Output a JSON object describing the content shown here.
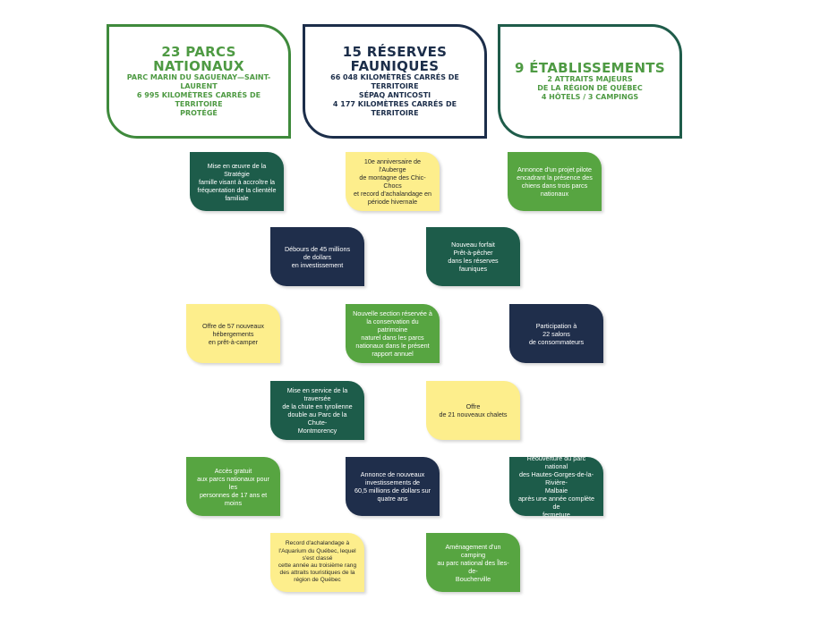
{
  "headers": [
    {
      "title": "23 PARCS NATIONAUX",
      "lines": [
        "PARC MARIN DU SAGUENAY—SAINT-LAURENT",
        "6 995 KILOMÈTRES CARRÉS DE TERRITOIRE",
        "PROTÉGÉ"
      ]
    },
    {
      "title": "15 RÉSERVES FAUNIQUES",
      "lines": [
        "66 048 KILOMÈTRES CARRÉS DE TERRITOIRE",
        "SÉPAQ ANTICOSTI",
        "4 177 KILOMÈTRES CARRÉS DE TERRITOIRE"
      ]
    },
    {
      "title": "9 ÉTABLISSEMENTS",
      "lines": [
        "2 ATTRAITS MAJEURS",
        "DE LA RÉGION DE QUÉBEC",
        "4 HÔTELS / 3 CAMPINGS"
      ]
    }
  ],
  "cards": [
    {
      "lines": [
        "Mise en œuvre de la Stratégie",
        "famille visant à accroître la",
        "fréquentation de la clientèle",
        "familiale"
      ]
    },
    {
      "lines": [
        "10e anniversaire de l'Auberge",
        "de montagne des Chic-Chocs",
        "et record d'achalandage en",
        "période hivernale"
      ]
    },
    {
      "lines": [
        "Annonce d'un projet pilote",
        "encadrant la présence des",
        "chiens dans trois parcs",
        "nationaux"
      ]
    },
    {
      "lines": [
        "Débours de 45 millions",
        "de dollars",
        "en investissement"
      ]
    },
    {
      "lines": [
        "Nouveau forfait",
        "Prêt-à-pêcher",
        "dans les réserves fauniques"
      ]
    },
    {
      "lines": [
        "Offre de 57 nouveaux",
        "hébergements",
        "en prêt-à-camper"
      ]
    },
    {
      "lines": [
        "Nouvelle section réservée à",
        "la conservation du patrimoine",
        "naturel dans les parcs",
        "nationaux dans le présent",
        "rapport annuel"
      ]
    },
    {
      "lines": [
        "Participation à",
        "22 salons",
        "de consommateurs"
      ]
    },
    {
      "lines": [
        "Mise en service de la traversée",
        "de la chute en tyrolienne",
        "double au Parc de la Chute-",
        "Montmorency"
      ]
    },
    {
      "lines": [
        "Offre",
        "de 21 nouveaux chalets"
      ]
    },
    {
      "lines": [
        "Accès gratuit",
        "aux parcs nationaux pour les",
        "personnes de 17 ans et moins"
      ]
    },
    {
      "lines": [
        "Annonce de nouveaux",
        "investissements de",
        "60,5 millions de dollars sur",
        "quatre ans"
      ]
    },
    {
      "lines": [
        "Réouverture du parc national",
        "des Hautes-Gorges-de-la-Rivière-",
        "Malbaie",
        "après une année complète de",
        "fermeture"
      ]
    },
    {
      "lines": [
        "Record d'achalandage à",
        "l'Aquarium du Québec, lequel",
        "s'est classé",
        "cette année au troisième rang",
        "des attraits touristiques de la",
        "région de Québec"
      ]
    },
    {
      "lines": [
        "Aménagement d'un camping",
        "au parc national des Îles-de-",
        "Boucherville"
      ]
    }
  ]
}
